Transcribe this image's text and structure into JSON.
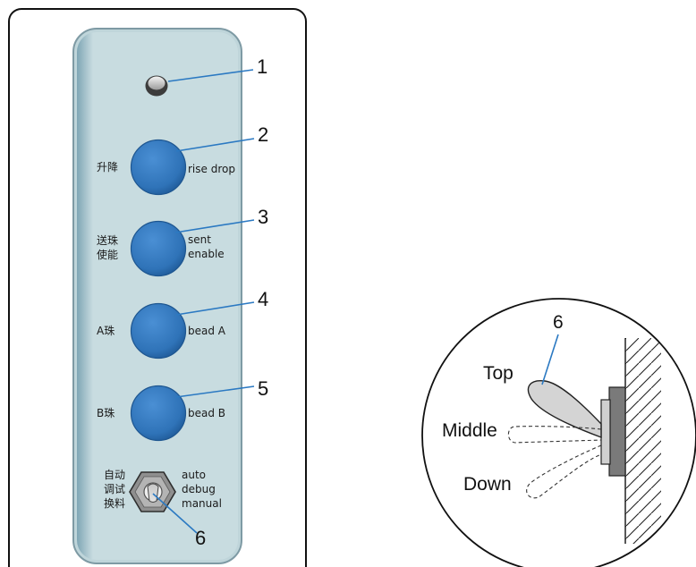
{
  "panel": {
    "indicator": {
      "callout": "1"
    },
    "buttons": [
      {
        "callout": "2",
        "cn": [
          "升降"
        ],
        "en": [
          "rise drop"
        ]
      },
      {
        "callout": "3",
        "cn": [
          "送珠",
          "使能"
        ],
        "en": [
          "sent",
          "enable"
        ]
      },
      {
        "callout": "4",
        "cn": [
          "A珠"
        ],
        "en": [
          "bead A"
        ]
      },
      {
        "callout": "5",
        "cn": [
          "B珠"
        ],
        "en": [
          "bead B"
        ]
      }
    ],
    "switch": {
      "callout": "6",
      "cn": [
        "自动",
        "调试",
        "换料"
      ],
      "en": [
        "auto",
        "debug",
        "manual"
      ]
    }
  },
  "detail": {
    "callout": "6",
    "positions": {
      "top": "Top",
      "middle": "Middle",
      "down": "Down"
    }
  },
  "colors": {
    "panel_face": "#c8dce0",
    "button_blue": "#2f73b8",
    "leader_blue": "#2b79c2"
  }
}
